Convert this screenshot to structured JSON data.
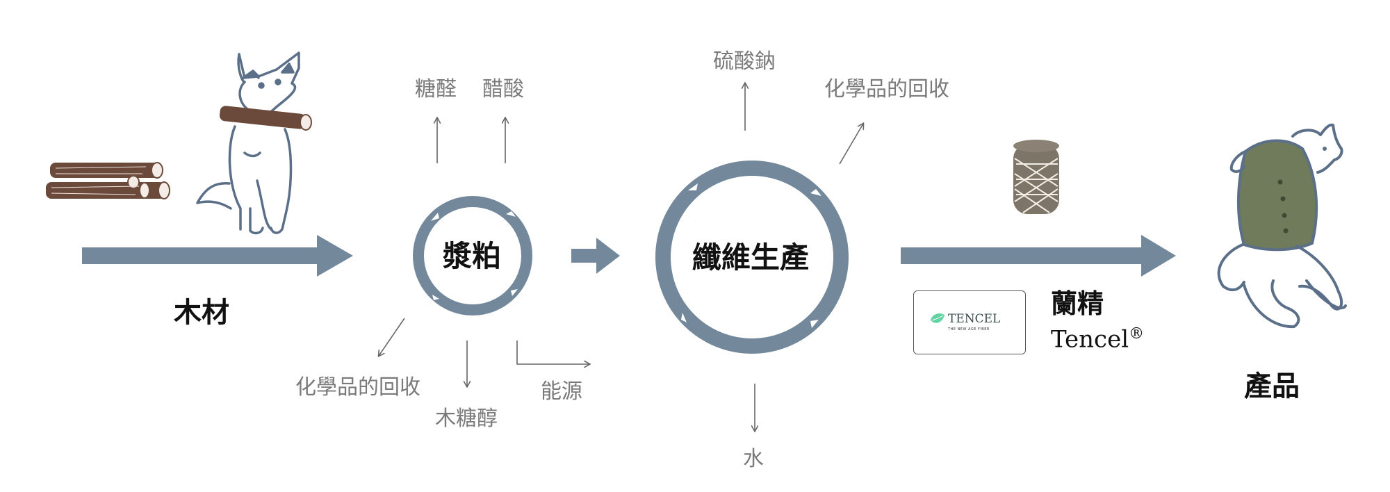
{
  "colors": {
    "arrow": "#73889b",
    "ring": "#73889b",
    "thin_arrow": "#666666",
    "wood": "#6b4a3c",
    "vest": "#6f7b5b",
    "dog_outline": "#5b6f88",
    "yarn": "#7d7567",
    "leaf": "#63d3a4"
  },
  "stages": {
    "wood": {
      "label": "木材"
    },
    "pulp": {
      "label": "漿粕"
    },
    "fiber": {
      "label": "纖維生產"
    },
    "product": {
      "label": "產品"
    }
  },
  "pulp_outputs": {
    "top_left": "糖醛",
    "top_right": "醋酸",
    "bottom_left": "化學品的回收",
    "bottom_middle": "木糖醇",
    "bottom_right": "能源"
  },
  "fiber_outputs": {
    "top": "硫酸鈉",
    "top_right": "化學品的回收",
    "bottom": "水"
  },
  "brand": {
    "chinese": "蘭精",
    "english": "Tencel",
    "mark": "®",
    "logo_word": "TENCEL",
    "logo_tagline": "THE NEW AGE FIBER"
  },
  "icons": {
    "logs": "wood-logs-icon",
    "dog_with_stick": "dog-with-stick-icon",
    "yarn": "yarn-spool-icon",
    "dog_in_vest": "dog-in-vest-icon"
  }
}
